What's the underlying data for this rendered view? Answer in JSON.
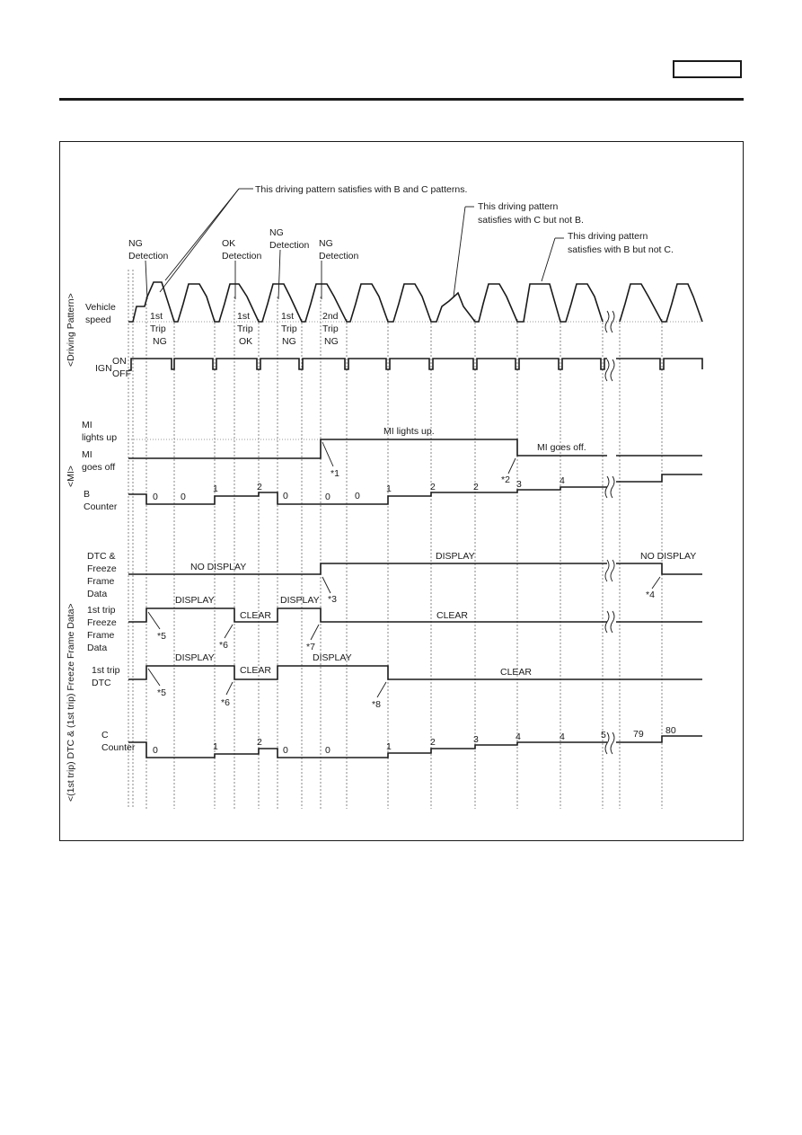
{
  "header": {
    "box_text": ""
  },
  "annotations": {
    "a1": "This driving pattern satisfies with B and C patterns.",
    "a2_line1": "This driving pattern",
    "a2_line2": "satisfies with C but not B.",
    "a3_line1": "This driving pattern",
    "a3_line2": "satisfies with B but not C."
  },
  "detections": [
    {
      "l1": "NG",
      "l2": "Detection"
    },
    {
      "l1": "OK",
      "l2": "Detection"
    },
    {
      "l1": "NG",
      "l2": "Detection"
    },
    {
      "l1": "NG",
      "l2": "Detection"
    }
  ],
  "trips": [
    {
      "l1": "1st",
      "l2": "Trip",
      "l3": "NG"
    },
    {
      "l1": "1st",
      "l2": "Trip",
      "l3": "OK"
    },
    {
      "l1": "1st",
      "l2": "Trip",
      "l3": "NG"
    },
    {
      "l1": "2nd",
      "l2": "Trip",
      "l3": "NG"
    }
  ],
  "sections": {
    "driving": "<Driving Pattern>",
    "mi": "<MI>",
    "dtc": "<(1st trip) DTC & (1st trip) Freeze Frame Data>"
  },
  "rows": {
    "vehicle_l1": "Vehicle",
    "vehicle_l2": "speed",
    "ign": "IGN",
    "on": "ON",
    "off": "OFF",
    "mi_up_l1": "MI",
    "mi_up_l2": "lights up",
    "mi_off_l1": "MI",
    "mi_off_l2": "goes off",
    "b_l1": "B",
    "b_l2": "Counter",
    "dtc_l1": "DTC &",
    "dtc_l2": "Freeze",
    "dtc_l3": "Frame",
    "dtc_l4": "Data",
    "ff_l1": "1st trip",
    "ff_l2": "Freeze",
    "ff_l3": "Frame",
    "ff_l4": "Data",
    "tdtc_l1": "1st trip",
    "tdtc_l2": "DTC",
    "c_l1": "C",
    "c_l2": "Counter"
  },
  "signal_text": {
    "mi_lights_up": "MI lights up.",
    "mi_goes_off": "MI goes off.",
    "no_display": "NO DISPLAY",
    "display": "DISPLAY",
    "clear": "CLEAR"
  },
  "notes": [
    "*1",
    "*2",
    "*3",
    "*4",
    "*5",
    "*6",
    "*7",
    "*8"
  ],
  "b_counter": [
    "0",
    "0",
    "1",
    "2",
    "0",
    "0",
    "0",
    "1",
    "2",
    "2",
    "3",
    "4"
  ],
  "c_counter": [
    "0",
    "1",
    "2",
    "0",
    "0",
    "1",
    "2",
    "3",
    "4",
    "4",
    "5",
    "79",
    "80"
  ]
}
